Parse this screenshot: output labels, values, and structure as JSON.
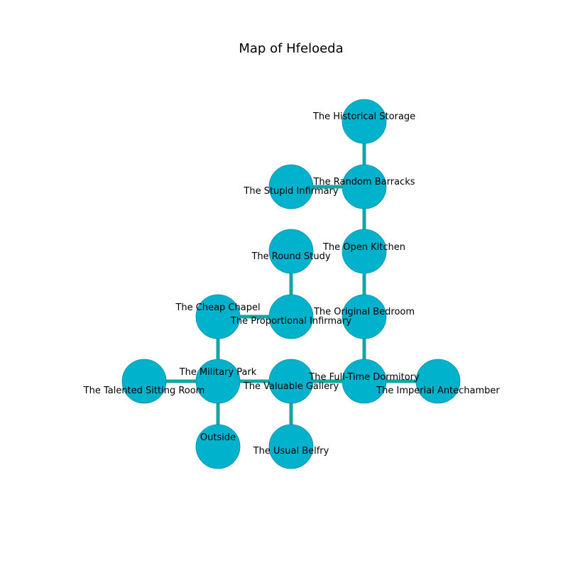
{
  "title": "Map of Hfeloeda",
  "colors": {
    "node_fill": "#00b2cc",
    "node_stroke": "#0e8fa0",
    "edge": "#14a6a3"
  },
  "rooms": [
    {
      "id": "historical-storage",
      "label": "The Historical Storage"
    },
    {
      "id": "random-barracks",
      "label": "The Random Barracks"
    },
    {
      "id": "stupid-infirmary",
      "label": "The Stupid Infirmary"
    },
    {
      "id": "open-kitchen",
      "label": "The Open Kitchen"
    },
    {
      "id": "round-study",
      "label": "The Round Study"
    },
    {
      "id": "cheap-chapel",
      "label": "The Cheap Chapel"
    },
    {
      "id": "proportional-infirmary",
      "label": "The Proportional Infirmary"
    },
    {
      "id": "original-bedroom",
      "label": "The Original Bedroom"
    },
    {
      "id": "military-park",
      "label": "The Military Park"
    },
    {
      "id": "talented-sitting-room",
      "label": "The Talented Sitting Room"
    },
    {
      "id": "valuable-gallery",
      "label": "The Valuable Gallery"
    },
    {
      "id": "full-time-dormitory",
      "label": "The Full-Time Dormitory"
    },
    {
      "id": "imperial-antechamber",
      "label": "The Imperial Antechamber"
    },
    {
      "id": "outside",
      "label": "Outside"
    },
    {
      "id": "usual-belfry",
      "label": "The Usual Belfry"
    }
  ],
  "connections": [
    [
      "historical-storage",
      "random-barracks"
    ],
    [
      "random-barracks",
      "stupid-infirmary"
    ],
    [
      "random-barracks",
      "open-kitchen"
    ],
    [
      "open-kitchen",
      "original-bedroom"
    ],
    [
      "original-bedroom",
      "full-time-dormitory"
    ],
    [
      "full-time-dormitory",
      "imperial-antechamber"
    ],
    [
      "full-time-dormitory",
      "valuable-gallery"
    ],
    [
      "valuable-gallery",
      "usual-belfry"
    ],
    [
      "valuable-gallery",
      "military-park"
    ],
    [
      "military-park",
      "talented-sitting-room"
    ],
    [
      "military-park",
      "outside"
    ],
    [
      "military-park",
      "cheap-chapel"
    ],
    [
      "cheap-chapel",
      "proportional-infirmary"
    ],
    [
      "proportional-infirmary",
      "round-study"
    ]
  ]
}
